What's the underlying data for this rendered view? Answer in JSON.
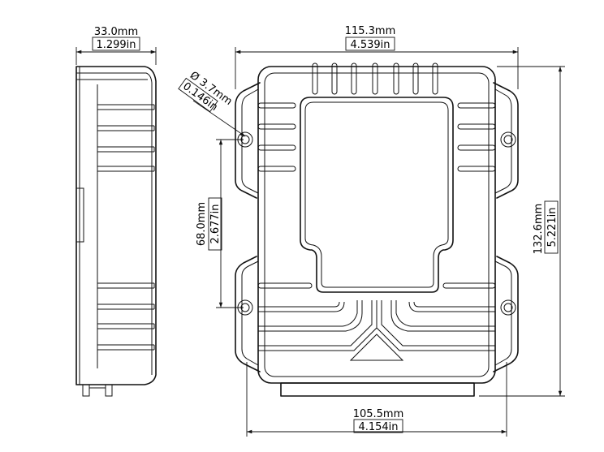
{
  "dimensions": {
    "side_depth": {
      "mm": "33.0mm",
      "inch": "1.299in"
    },
    "top_width": {
      "mm": "115.3mm",
      "inch": "4.539in"
    },
    "hole_diameter": {
      "mm": "Ø 3.7mm",
      "inch": "0.146in"
    },
    "hole_spacing": {
      "mm": "68.0mm",
      "inch": "2.677in"
    },
    "overall_height": {
      "mm": "132.6mm",
      "inch": "5.221in"
    },
    "bottom_width": {
      "mm": "105.5mm",
      "inch": "4.154in"
    }
  }
}
